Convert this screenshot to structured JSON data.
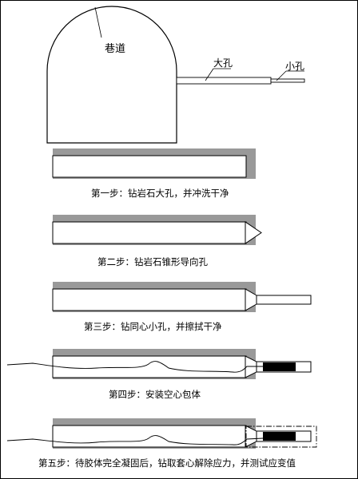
{
  "tunnel": {
    "label": "巷道",
    "big_hole_label": "大孔",
    "small_hole_label": "小孔"
  },
  "steps": [
    {
      "caption": "第一步：钻岩石大孔，并冲洗干净"
    },
    {
      "caption": "第二步：钻岩石锥形导向孔"
    },
    {
      "caption": "第三步：钻同心小孔，并擦拭干净"
    },
    {
      "caption": "第四步：安装空心包体"
    },
    {
      "caption": "第五步：待胶体完全凝固后，钻取套心解除应力，并测试应变值"
    }
  ],
  "colors": {
    "rock_gray": "#999999",
    "line": "#000000",
    "background": "#ffffff"
  }
}
